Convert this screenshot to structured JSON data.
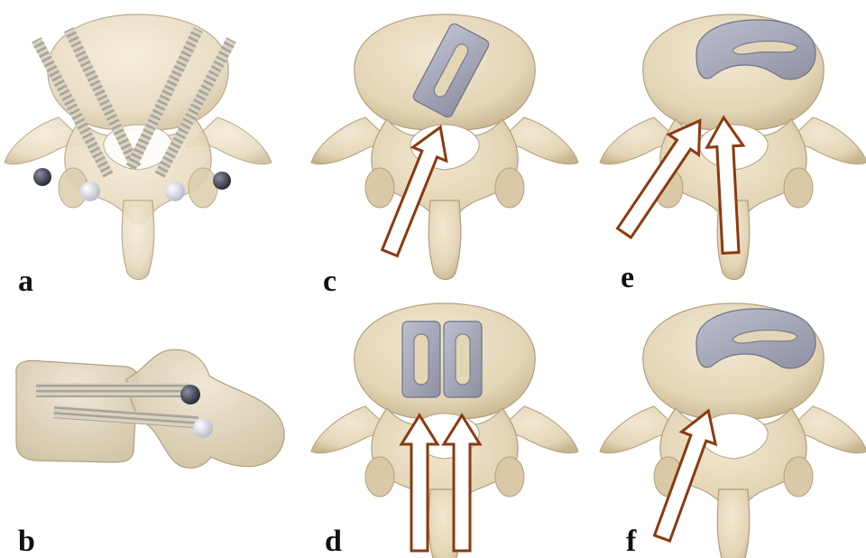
{
  "figure": {
    "panels": [
      {
        "id": "a",
        "label": "a"
      },
      {
        "id": "b",
        "label": "b"
      },
      {
        "id": "c",
        "label": "c"
      },
      {
        "id": "d",
        "label": "d"
      },
      {
        "id": "e",
        "label": "e"
      },
      {
        "id": "f",
        "label": "f"
      }
    ]
  },
  "colors": {
    "bone": "#e8dcc0",
    "bone_shade": "#c9b896",
    "bone_outline": "#a8967a",
    "implant": "#a9acbd",
    "implant_edge": "#6f7283",
    "arrow": "#8b3a0f",
    "screw": "#d9d4c8",
    "screw_head_dark": "#3b3d4a",
    "screw_head_light": "#dfe2ec"
  }
}
